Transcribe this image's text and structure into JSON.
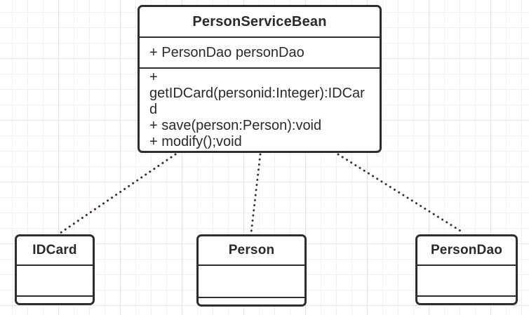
{
  "colors": {
    "canvas_bg": "#ffffff",
    "grid_minor": "#f0f0f0",
    "grid_major": "#e4e4e4",
    "box_bg": "#ffffff",
    "box_border": "#2d2d2d",
    "text": "#2a2a2a",
    "connector": "#343434",
    "connector_accent": "#3c2b2b"
  },
  "diagram": {
    "classes": {
      "person_service_bean": {
        "name": "PersonServiceBean",
        "attributes": [
          "+ PersonDao personDao"
        ],
        "methods": [
          "+ getIDCard(personid:Integer):IDCard",
          "+ save(person:Person):void",
          "+ modify();void"
        ]
      },
      "id_card": {
        "name": "IDCard",
        "attributes": [],
        "methods": []
      },
      "person": {
        "name": "Person",
        "attributes": [],
        "methods": []
      },
      "person_dao": {
        "name": "PersonDao",
        "attributes": [],
        "methods": []
      }
    },
    "connectors": [
      {
        "from": "PersonServiceBean",
        "to": "IDCard",
        "style": "dotted"
      },
      {
        "from": "PersonServiceBean",
        "to": "Person",
        "style": "dotted"
      },
      {
        "from": "PersonServiceBean",
        "to": "PersonDao",
        "style": "dotted"
      }
    ]
  }
}
